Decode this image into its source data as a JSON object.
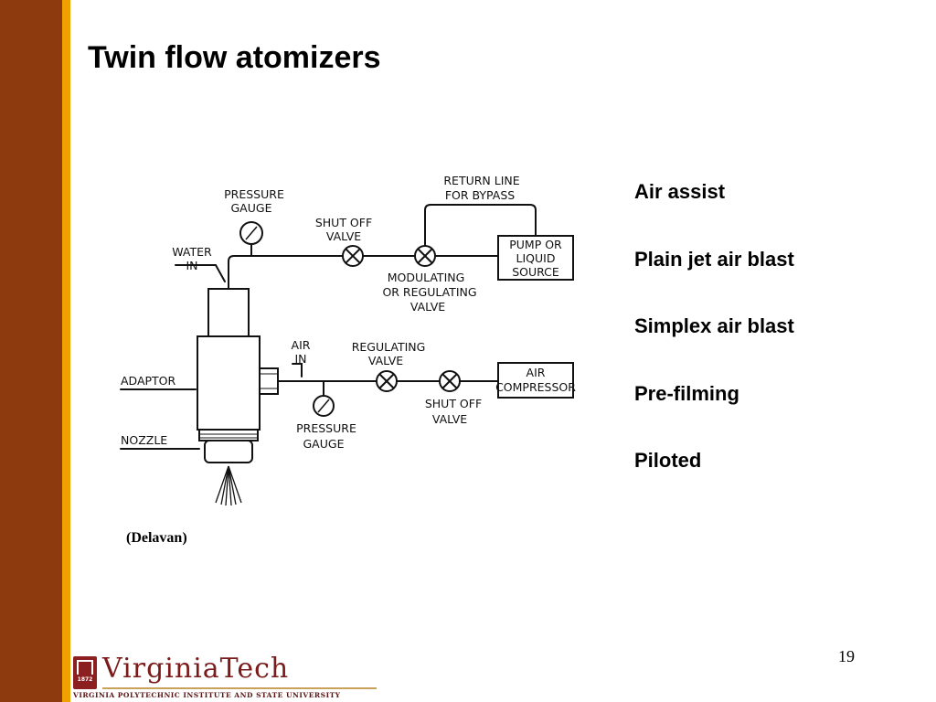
{
  "slide": {
    "title": "Twin flow atomizers",
    "bullets": [
      "Air assist",
      "Plain jet air blast",
      "Simplex air blast",
      "Pre-filming",
      "Piloted"
    ],
    "caption": "(Delavan)",
    "page_number": "19",
    "colors": {
      "left_bar": "#8c3a0e",
      "accent_bar": "#f0a000"
    }
  },
  "diagram": {
    "labels": {
      "pressure_gauge_top_1": "PRESSURE",
      "pressure_gauge_top_2": "GAUGE",
      "water_in_1": "WATER",
      "water_in_2": "IN",
      "shut_off_top_1": "SHUT OFF",
      "shut_off_top_2": "VALVE",
      "return_line_1": "RETURN LINE",
      "return_line_2": "FOR BYPASS",
      "pump_1": "PUMP OR",
      "pump_2": "LIQUID",
      "pump_3": "SOURCE",
      "modulating_1": "MODULATING",
      "modulating_2": "OR REGULATING",
      "modulating_3": "VALVE",
      "air_in_1": "AIR",
      "air_in_2": "IN",
      "regulating_1": "REGULATING",
      "regulating_2": "VALVE",
      "air_compressor_1": "AIR",
      "air_compressor_2": "COMPRESSOR",
      "adaptor": "ADAPTOR",
      "shut_off_bottom_1": "SHUT OFF",
      "shut_off_bottom_2": "VALVE",
      "pressure_gauge_bottom_1": "PRESSURE",
      "pressure_gauge_bottom_2": "GAUGE",
      "nozzle": "NOZZLE"
    }
  },
  "logo": {
    "wordmark": "VirginiaTech",
    "year": "1872",
    "subtitle": "VIRGINIA POLYTECHNIC INSTITUTE AND STATE UNIVERSITY"
  }
}
